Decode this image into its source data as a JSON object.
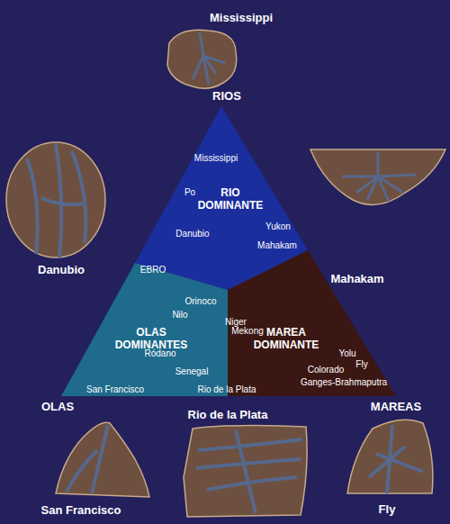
{
  "diagram": {
    "nodes": [
      {
        "text": [
          "RIO DOMINANTE"
        ]
      },
      {
        "text": [
          "OLAS DOMINANTES"
        ]
      },
      {
        "text": [
          "MAREA DOMINANTE"
        ]
      }
    ],
    "labels": [
      "Mississippi",
      "RIOS",
      "Danubio",
      "Mahakam",
      "Mississippi",
      "Po",
      "Yukon",
      "Danubio",
      "Mahakam",
      "EBRO",
      "Orinoco",
      "Nilo",
      "Niger",
      "Mekong",
      "Ródano",
      "Senegal",
      "San Francisco",
      "Rio de la Plata",
      "Yolu",
      "Fly",
      "Colorado",
      "Ganges-Brahmaputra",
      "OLAS",
      "MAREAS",
      "Rio de la Plata",
      "San Francisco",
      "Fly"
    ]
  }
}
